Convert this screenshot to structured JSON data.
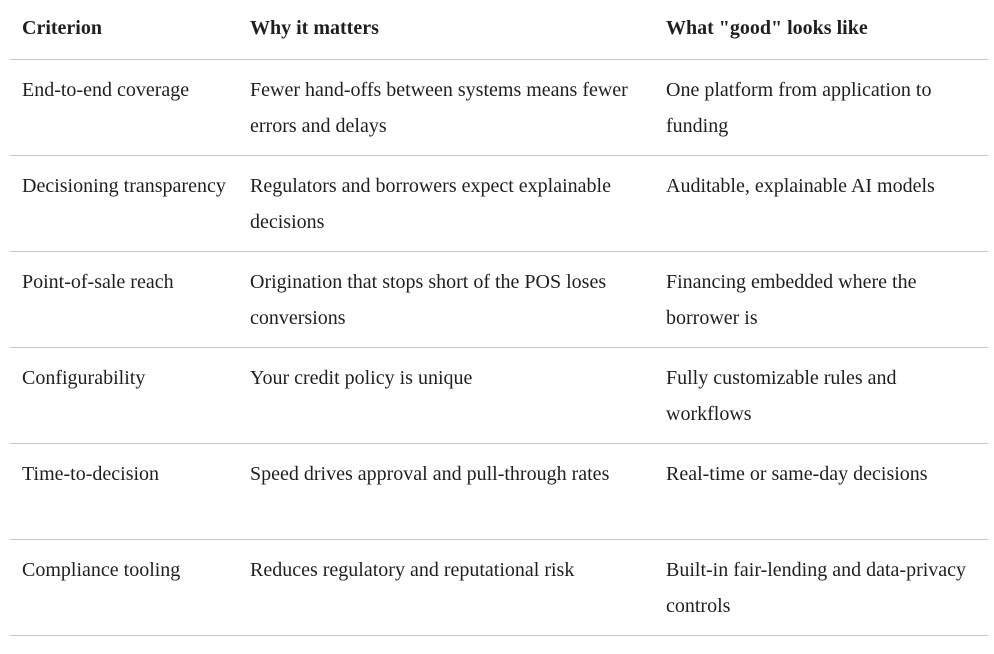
{
  "table": {
    "headers": [
      "Criterion",
      "Why it matters",
      "What \"good\" looks like"
    ],
    "rows": [
      {
        "criterion": "End-to-end coverage",
        "why": "Fewer hand-offs between systems means fewer errors and delays",
        "good": "One platform from application to funding"
      },
      {
        "criterion": "Decisioning transparency",
        "why": "Regulators and borrowers expect explainable decisions",
        "good": "Auditable, explainable AI models"
      },
      {
        "criterion": "Point-of-sale reach",
        "why": "Origination that stops short of the POS loses conversions",
        "good": "Financing embedded where the borrower is"
      },
      {
        "criterion": "Configurability",
        "why": "Your credit policy is unique",
        "good": "Fully customizable rules and workflows"
      },
      {
        "criterion": "Time-to-decision",
        "why": "Speed drives approval and pull-through rates",
        "good": "Real-time or same-day decisions"
      },
      {
        "criterion": "Compliance tooling",
        "why": "Reduces regulatory and reputational risk",
        "good": "Built-in fair-lending and data-privacy controls"
      }
    ]
  }
}
